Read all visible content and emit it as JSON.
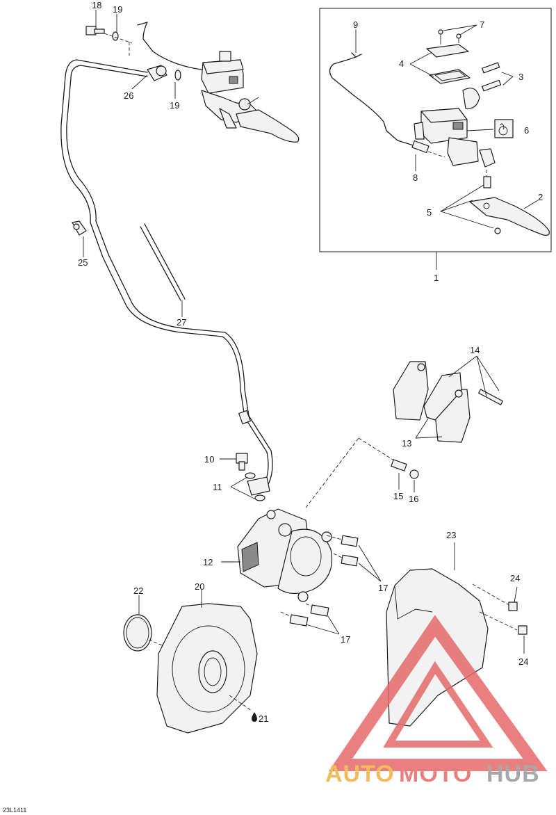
{
  "callouts": [
    {
      "id": "c1",
      "text": "1"
    },
    {
      "id": "c2",
      "text": "2"
    },
    {
      "id": "c3",
      "text": "3"
    },
    {
      "id": "c4",
      "text": "4"
    },
    {
      "id": "c5",
      "text": "5"
    },
    {
      "id": "c6",
      "text": "6"
    },
    {
      "id": "c7",
      "text": "7"
    },
    {
      "id": "c8",
      "text": "8"
    },
    {
      "id": "c9",
      "text": "9"
    },
    {
      "id": "c10",
      "text": "10"
    },
    {
      "id": "c11",
      "text": "11"
    },
    {
      "id": "c12",
      "text": "12"
    },
    {
      "id": "c13",
      "text": "13"
    },
    {
      "id": "c14",
      "text": "14"
    },
    {
      "id": "c15",
      "text": "15"
    },
    {
      "id": "c16",
      "text": "16"
    },
    {
      "id": "c17a",
      "text": "17"
    },
    {
      "id": "c17b",
      "text": "17"
    },
    {
      "id": "c18",
      "text": "18"
    },
    {
      "id": "c19a",
      "text": "19"
    },
    {
      "id": "c19b",
      "text": "19"
    },
    {
      "id": "c20",
      "text": "20"
    },
    {
      "id": "c21",
      "text": "21"
    },
    {
      "id": "c22",
      "text": "22"
    },
    {
      "id": "c23",
      "text": "23"
    },
    {
      "id": "c24a",
      "text": "24"
    },
    {
      "id": "c24b",
      "text": "24"
    },
    {
      "id": "c25",
      "text": "25"
    },
    {
      "id": "c26",
      "text": "26"
    },
    {
      "id": "c27",
      "text": "27"
    }
  ],
  "diagram_code": "23L1411",
  "watermark": {
    "part1": "AUTO",
    "part2": "MOTO",
    "part3": "HUB",
    "color_orange": "#f0b040",
    "color_red": "#e46a6a",
    "color_gray": "#9a9a9a"
  }
}
